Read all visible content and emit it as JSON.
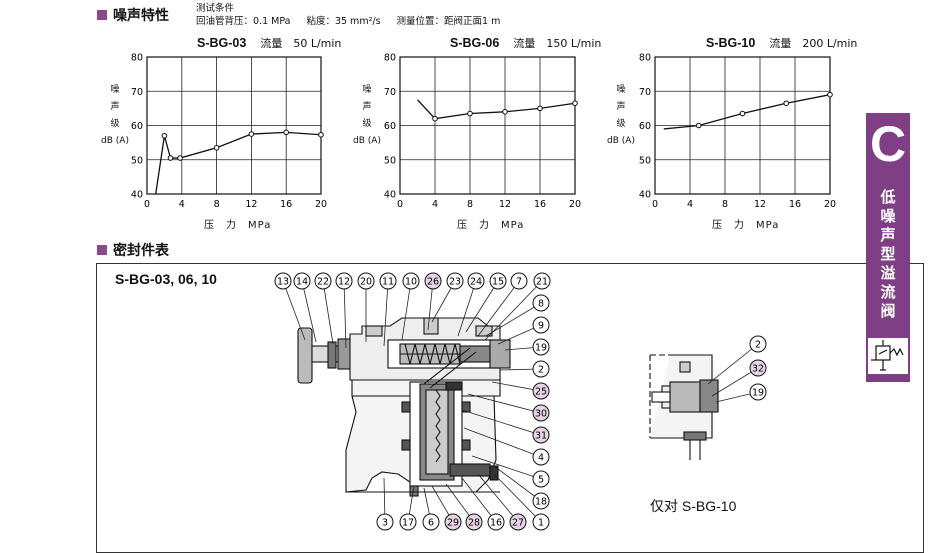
{
  "noise_section": {
    "title": "噪声特性",
    "conditions_title": "测试条件",
    "conditions": [
      "回油管背压：0.1 MPa",
      "粘度：35 mm²/s",
      "测量位置：距阀正面1 m"
    ]
  },
  "y_axis_label": [
    "噪",
    "声",
    "级",
    "dB (A)"
  ],
  "x_axis_label": "压　力　MPa",
  "charts": [
    {
      "model": "S-BG-03",
      "flow": "流量　50 L/min"
    },
    {
      "model": "S-BG-06",
      "flow": "流量　150 L/min"
    },
    {
      "model": "S-BG-10",
      "flow": "流量　200 L/min"
    }
  ],
  "chart_data": [
    {
      "type": "line",
      "title": "S-BG-03",
      "subtitle": "流量 50 L/min",
      "xlabel": "压力 MPa",
      "ylabel": "噪声级 dB (A)",
      "xlim": [
        0,
        20
      ],
      "ylim": [
        40,
        80
      ],
      "xticks": [
        0,
        4,
        8,
        12,
        16,
        20
      ],
      "yticks": [
        40,
        50,
        60,
        70,
        80
      ],
      "grid": true,
      "x": [
        1.0,
        2.0,
        2.7,
        3.8,
        8.0,
        12.0,
        16.0,
        20.0
      ],
      "y": [
        40.0,
        57.0,
        50.5,
        50.5,
        53.5,
        57.5,
        58.0,
        57.3
      ],
      "markers_from_index": 1
    },
    {
      "type": "line",
      "title": "S-BG-06",
      "subtitle": "流量 150 L/min",
      "xlabel": "压力 MPa",
      "ylabel": "噪声级 dB (A)",
      "xlim": [
        0,
        20
      ],
      "ylim": [
        40,
        80
      ],
      "xticks": [
        0,
        4,
        8,
        12,
        16,
        20
      ],
      "yticks": [
        40,
        50,
        60,
        70,
        80
      ],
      "grid": true,
      "x": [
        2.0,
        4.0,
        8.0,
        12.0,
        16.0,
        20.0
      ],
      "y": [
        67.5,
        62.0,
        63.5,
        64.0,
        65.0,
        66.5
      ],
      "markers_from_index": 1
    },
    {
      "type": "line",
      "title": "S-BG-10",
      "subtitle": "流量 200 L/min",
      "xlabel": "压力 MPa",
      "ylabel": "噪声级 dB (A)",
      "xlim": [
        0,
        20
      ],
      "ylim": [
        40,
        80
      ],
      "xticks": [
        0,
        4,
        8,
        12,
        16,
        20
      ],
      "yticks": [
        40,
        50,
        60,
        70,
        80
      ],
      "grid": true,
      "x": [
        1.0,
        5.0,
        10.0,
        15.0,
        20.0
      ],
      "y": [
        59.0,
        60.0,
        63.5,
        66.5,
        69.0
      ],
      "markers_from_index": 1
    }
  ],
  "seal_section": {
    "title": "密封件表"
  },
  "drawing": {
    "model_label": "S-BG-03, 06, 10",
    "top_callouts": [
      "13",
      "14",
      "22",
      "12",
      "20",
      "11",
      "10",
      "26",
      "23",
      "24",
      "15",
      "7",
      "21"
    ],
    "right_callouts": [
      "8",
      "9",
      "19",
      "2",
      "25",
      "30",
      "31",
      "4",
      "5",
      "18"
    ],
    "bottom_callouts": [
      "3",
      "17",
      "6",
      "29",
      "28",
      "16",
      "27",
      "1"
    ],
    "highlighted": [
      "26",
      "25",
      "30",
      "31",
      "29",
      "28",
      "27",
      "32"
    ],
    "sub_callouts": [
      "2",
      "32",
      "19"
    ],
    "sub_note": "仅对 S-BG-10"
  },
  "side_tab": {
    "letter": "C",
    "text": "低噪声型溢流阀",
    "icon": "relief-valve-symbol-icon"
  },
  "colors": {
    "accent": "#7e3f85",
    "highlight_fill": "#e6d4e6"
  }
}
